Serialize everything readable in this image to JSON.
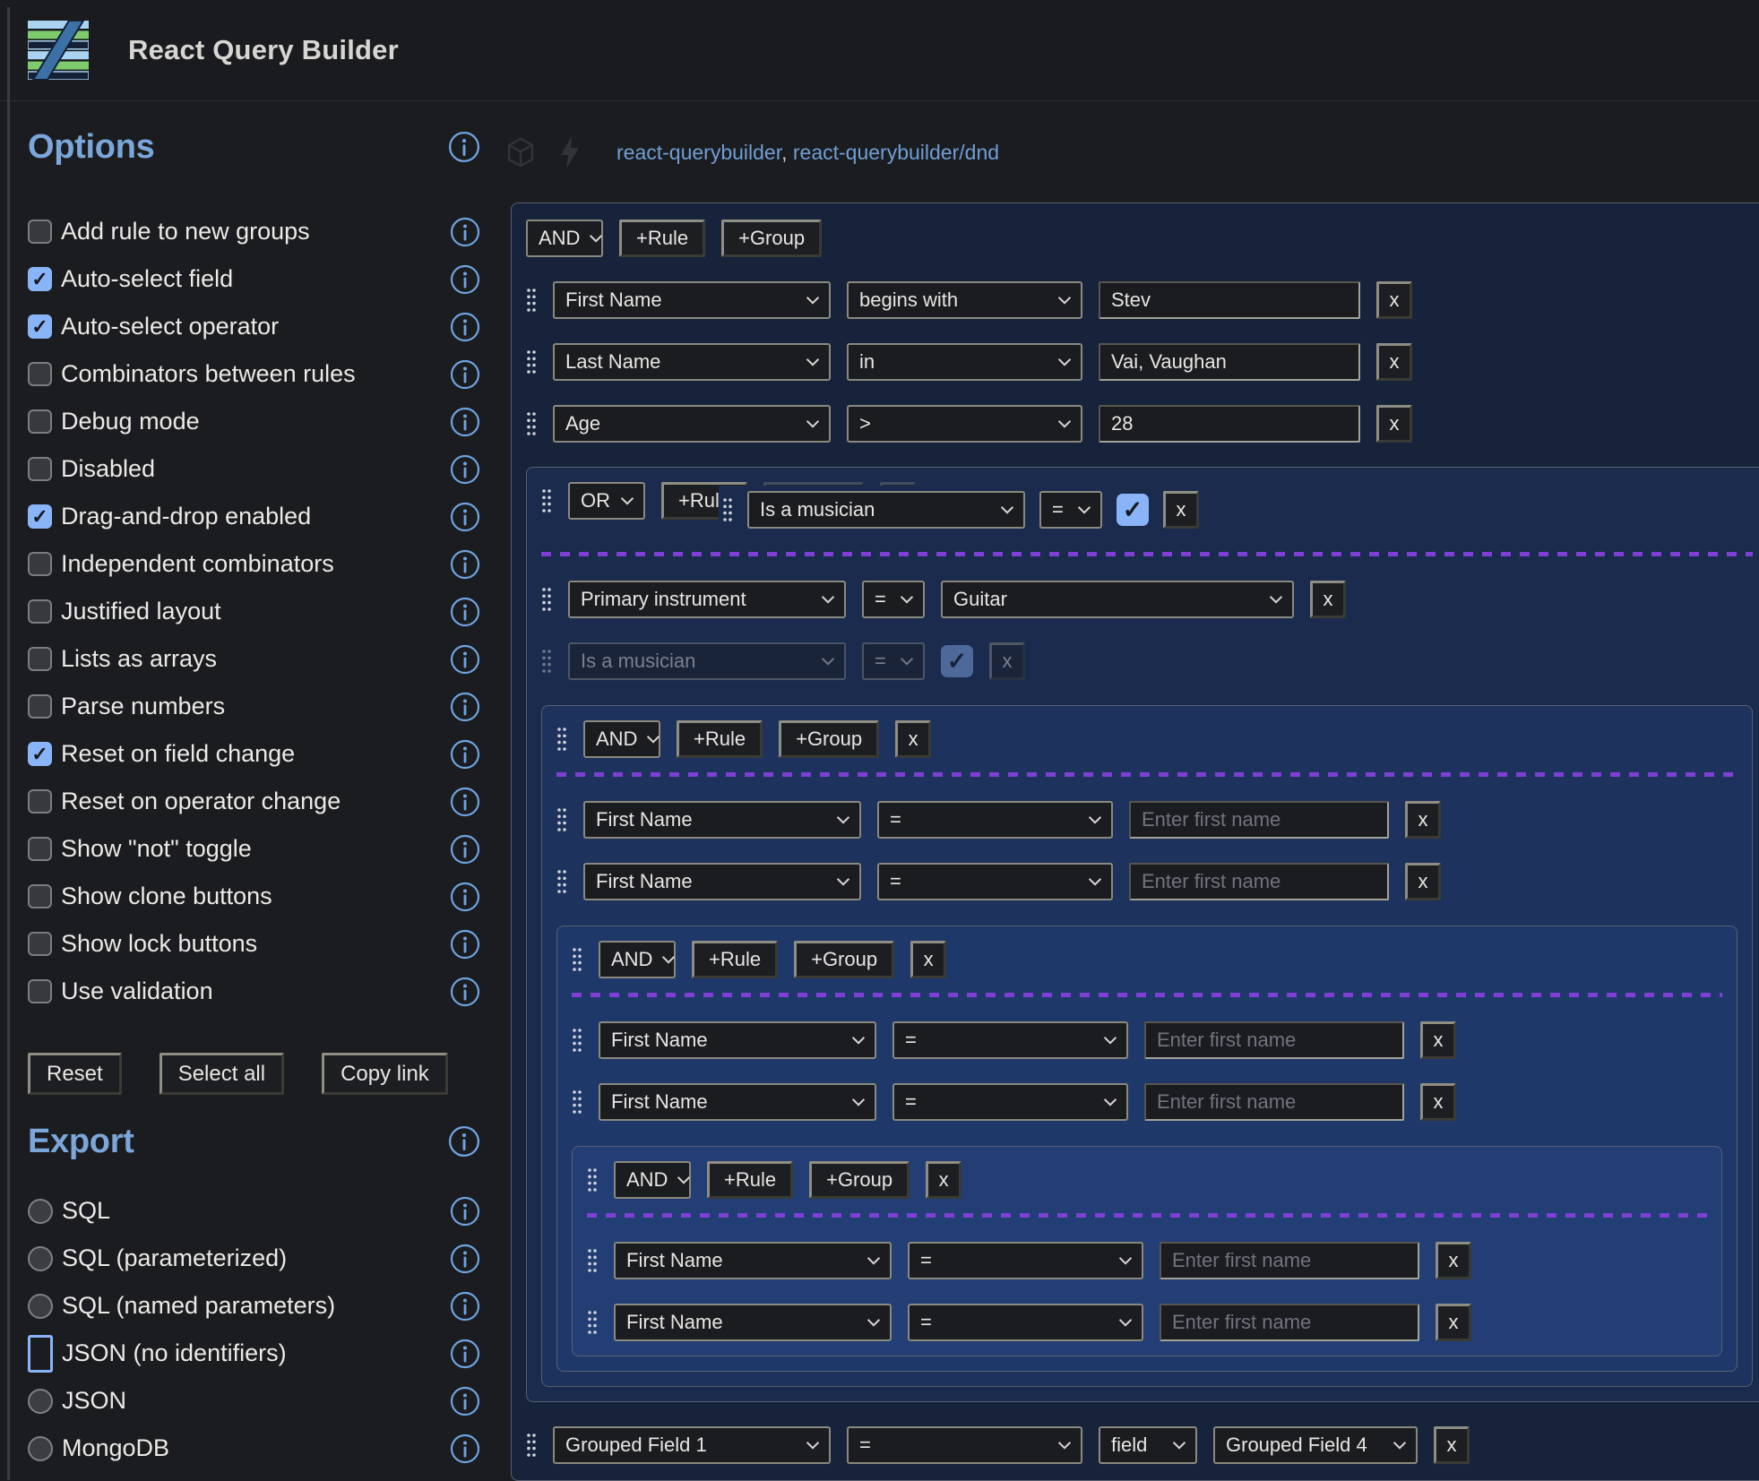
{
  "header": {
    "title": "React Query Builder"
  },
  "toolbar": {
    "links": [
      {
        "label": "react-querybuilder"
      },
      {
        "label": "react-querybuilder/dnd"
      }
    ],
    "separator": ", "
  },
  "sidebar": {
    "options_title": "Options",
    "options": [
      {
        "label": "Add rule to new groups",
        "checked": false
      },
      {
        "label": "Auto-select field",
        "checked": true
      },
      {
        "label": "Auto-select operator",
        "checked": true
      },
      {
        "label": "Combinators between rules",
        "checked": false
      },
      {
        "label": "Debug mode",
        "checked": false
      },
      {
        "label": "Disabled",
        "checked": false
      },
      {
        "label": "Drag-and-drop enabled",
        "checked": true
      },
      {
        "label": "Independent combinators",
        "checked": false
      },
      {
        "label": "Justified layout",
        "checked": false
      },
      {
        "label": "Lists as arrays",
        "checked": false
      },
      {
        "label": "Parse numbers",
        "checked": false
      },
      {
        "label": "Reset on field change",
        "checked": true
      },
      {
        "label": "Reset on operator change",
        "checked": false
      },
      {
        "label": "Show \"not\" toggle",
        "checked": false
      },
      {
        "label": "Show clone buttons",
        "checked": false
      },
      {
        "label": "Show lock buttons",
        "checked": false
      },
      {
        "label": "Use validation",
        "checked": false
      }
    ],
    "buttons": {
      "reset": "Reset",
      "select_all": "Select all",
      "copy_link": "Copy link"
    },
    "export_title": "Export",
    "export_options": [
      {
        "label": "SQL",
        "selected": false
      },
      {
        "label": "SQL (parameterized)",
        "selected": false
      },
      {
        "label": "SQL (named parameters)",
        "selected": false
      },
      {
        "label": "JSON (no identifiers)",
        "selected": true
      },
      {
        "label": "JSON",
        "selected": false
      },
      {
        "label": "MongoDB",
        "selected": false
      }
    ]
  },
  "builder": {
    "labels": {
      "add_rule": "+Rule",
      "add_group": "+Group",
      "remove": "x",
      "check": "✓"
    },
    "colors": {
      "accent_blue": "#7aa6da",
      "checkbox_blue": "#8ab4f8",
      "drop_indicator": "#7d3fd4",
      "group_border": "#59606f"
    },
    "root": {
      "combinator": "AND",
      "rules": [
        {
          "field": "First Name",
          "operator": "begins with",
          "value": "Stev"
        },
        {
          "field": "Last Name",
          "operator": "in",
          "value": "Vai, Vaughan"
        },
        {
          "field": "Age",
          "operator": ">",
          "value": "28"
        }
      ],
      "or_group": {
        "combinator": "OR",
        "drag_preview": {
          "field": "Is a musician",
          "operator": "="
        },
        "rules": [
          {
            "field": "Primary instrument",
            "operator": "=",
            "value": "Guitar"
          },
          {
            "field": "Is a musician",
            "operator": "="
          }
        ],
        "group": {
          "combinator": "AND",
          "rules": [
            {
              "field": "First Name",
              "operator": "=",
              "placeholder": "Enter first name"
            },
            {
              "field": "First Name",
              "operator": "=",
              "placeholder": "Enter first name"
            }
          ],
          "group": {
            "combinator": "AND",
            "rules": [
              {
                "field": "First Name",
                "operator": "=",
                "placeholder": "Enter first name"
              },
              {
                "field": "First Name",
                "operator": "=",
                "placeholder": "Enter first name"
              }
            ],
            "group": {
              "combinator": "AND",
              "rules": [
                {
                  "field": "First Name",
                  "operator": "=",
                  "placeholder": "Enter first name"
                },
                {
                  "field": "First Name",
                  "operator": "=",
                  "placeholder": "Enter first name"
                }
              ]
            }
          }
        }
      },
      "grouped_rule": {
        "field": "Grouped Field 1",
        "operator": "=",
        "source": "field",
        "value": "Grouped Field 4"
      }
    }
  }
}
